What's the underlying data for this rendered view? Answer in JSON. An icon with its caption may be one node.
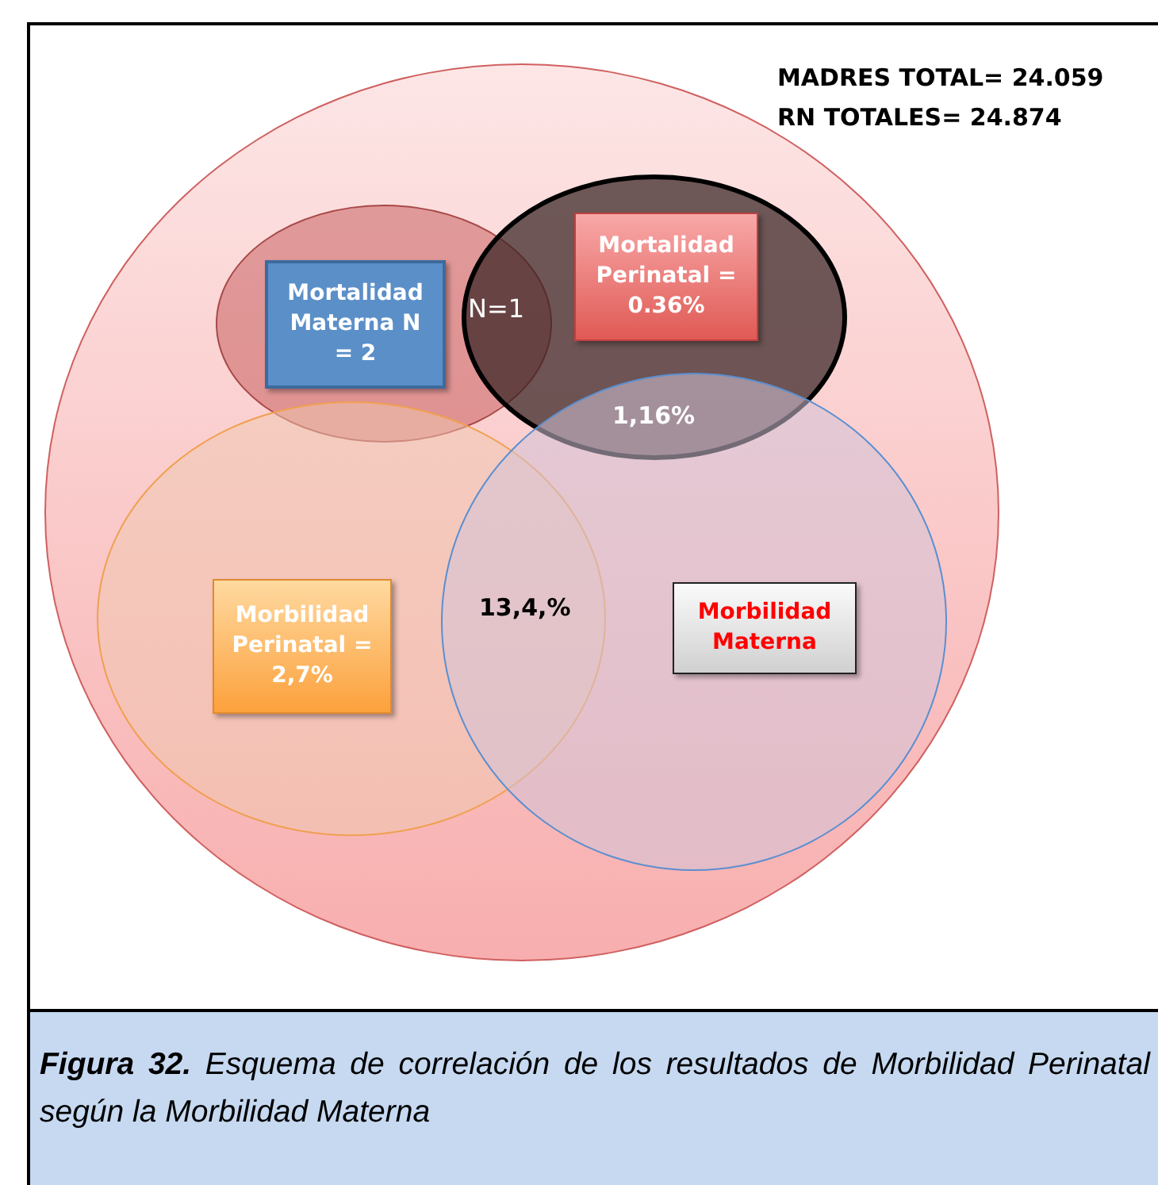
{
  "diagram": {
    "caption": "**Figura 32.** Esquema de correlación de los resultados de Morbilidad Perinatal según la Morbilidad Materna",
    "nodes": [
      {
        "text": [],
        "shape": "circle"
      },
      {
        "text": [],
        "shape": "circle",
        "in": 0
      },
      {
        "text": [
          "Mortalidad Materna N = 2"
        ],
        "in": 1
      },
      {
        "text": [],
        "shape": "circle",
        "in": 0
      },
      {
        "text": [
          "Mortalidad Perinatal = 0.36%"
        ],
        "in": 3
      },
      {
        "text": [],
        "shape": "circle",
        "in": 0
      },
      {
        "text": [
          "Morbilidad Perinatal = 2,7%"
        ],
        "in": 5
      },
      {
        "text": [],
        "shape": "circle",
        "in": 0
      },
      {
        "text": [
          "Morbilidad Materna"
        ],
        "in": 7
      }
    ],
    "labels": [
      "MADRES TOTAL= 24.059",
      "RN TOTALES= 24.874",
      "N=1",
      "1,16%",
      "13,4,%"
    ]
  }
}
